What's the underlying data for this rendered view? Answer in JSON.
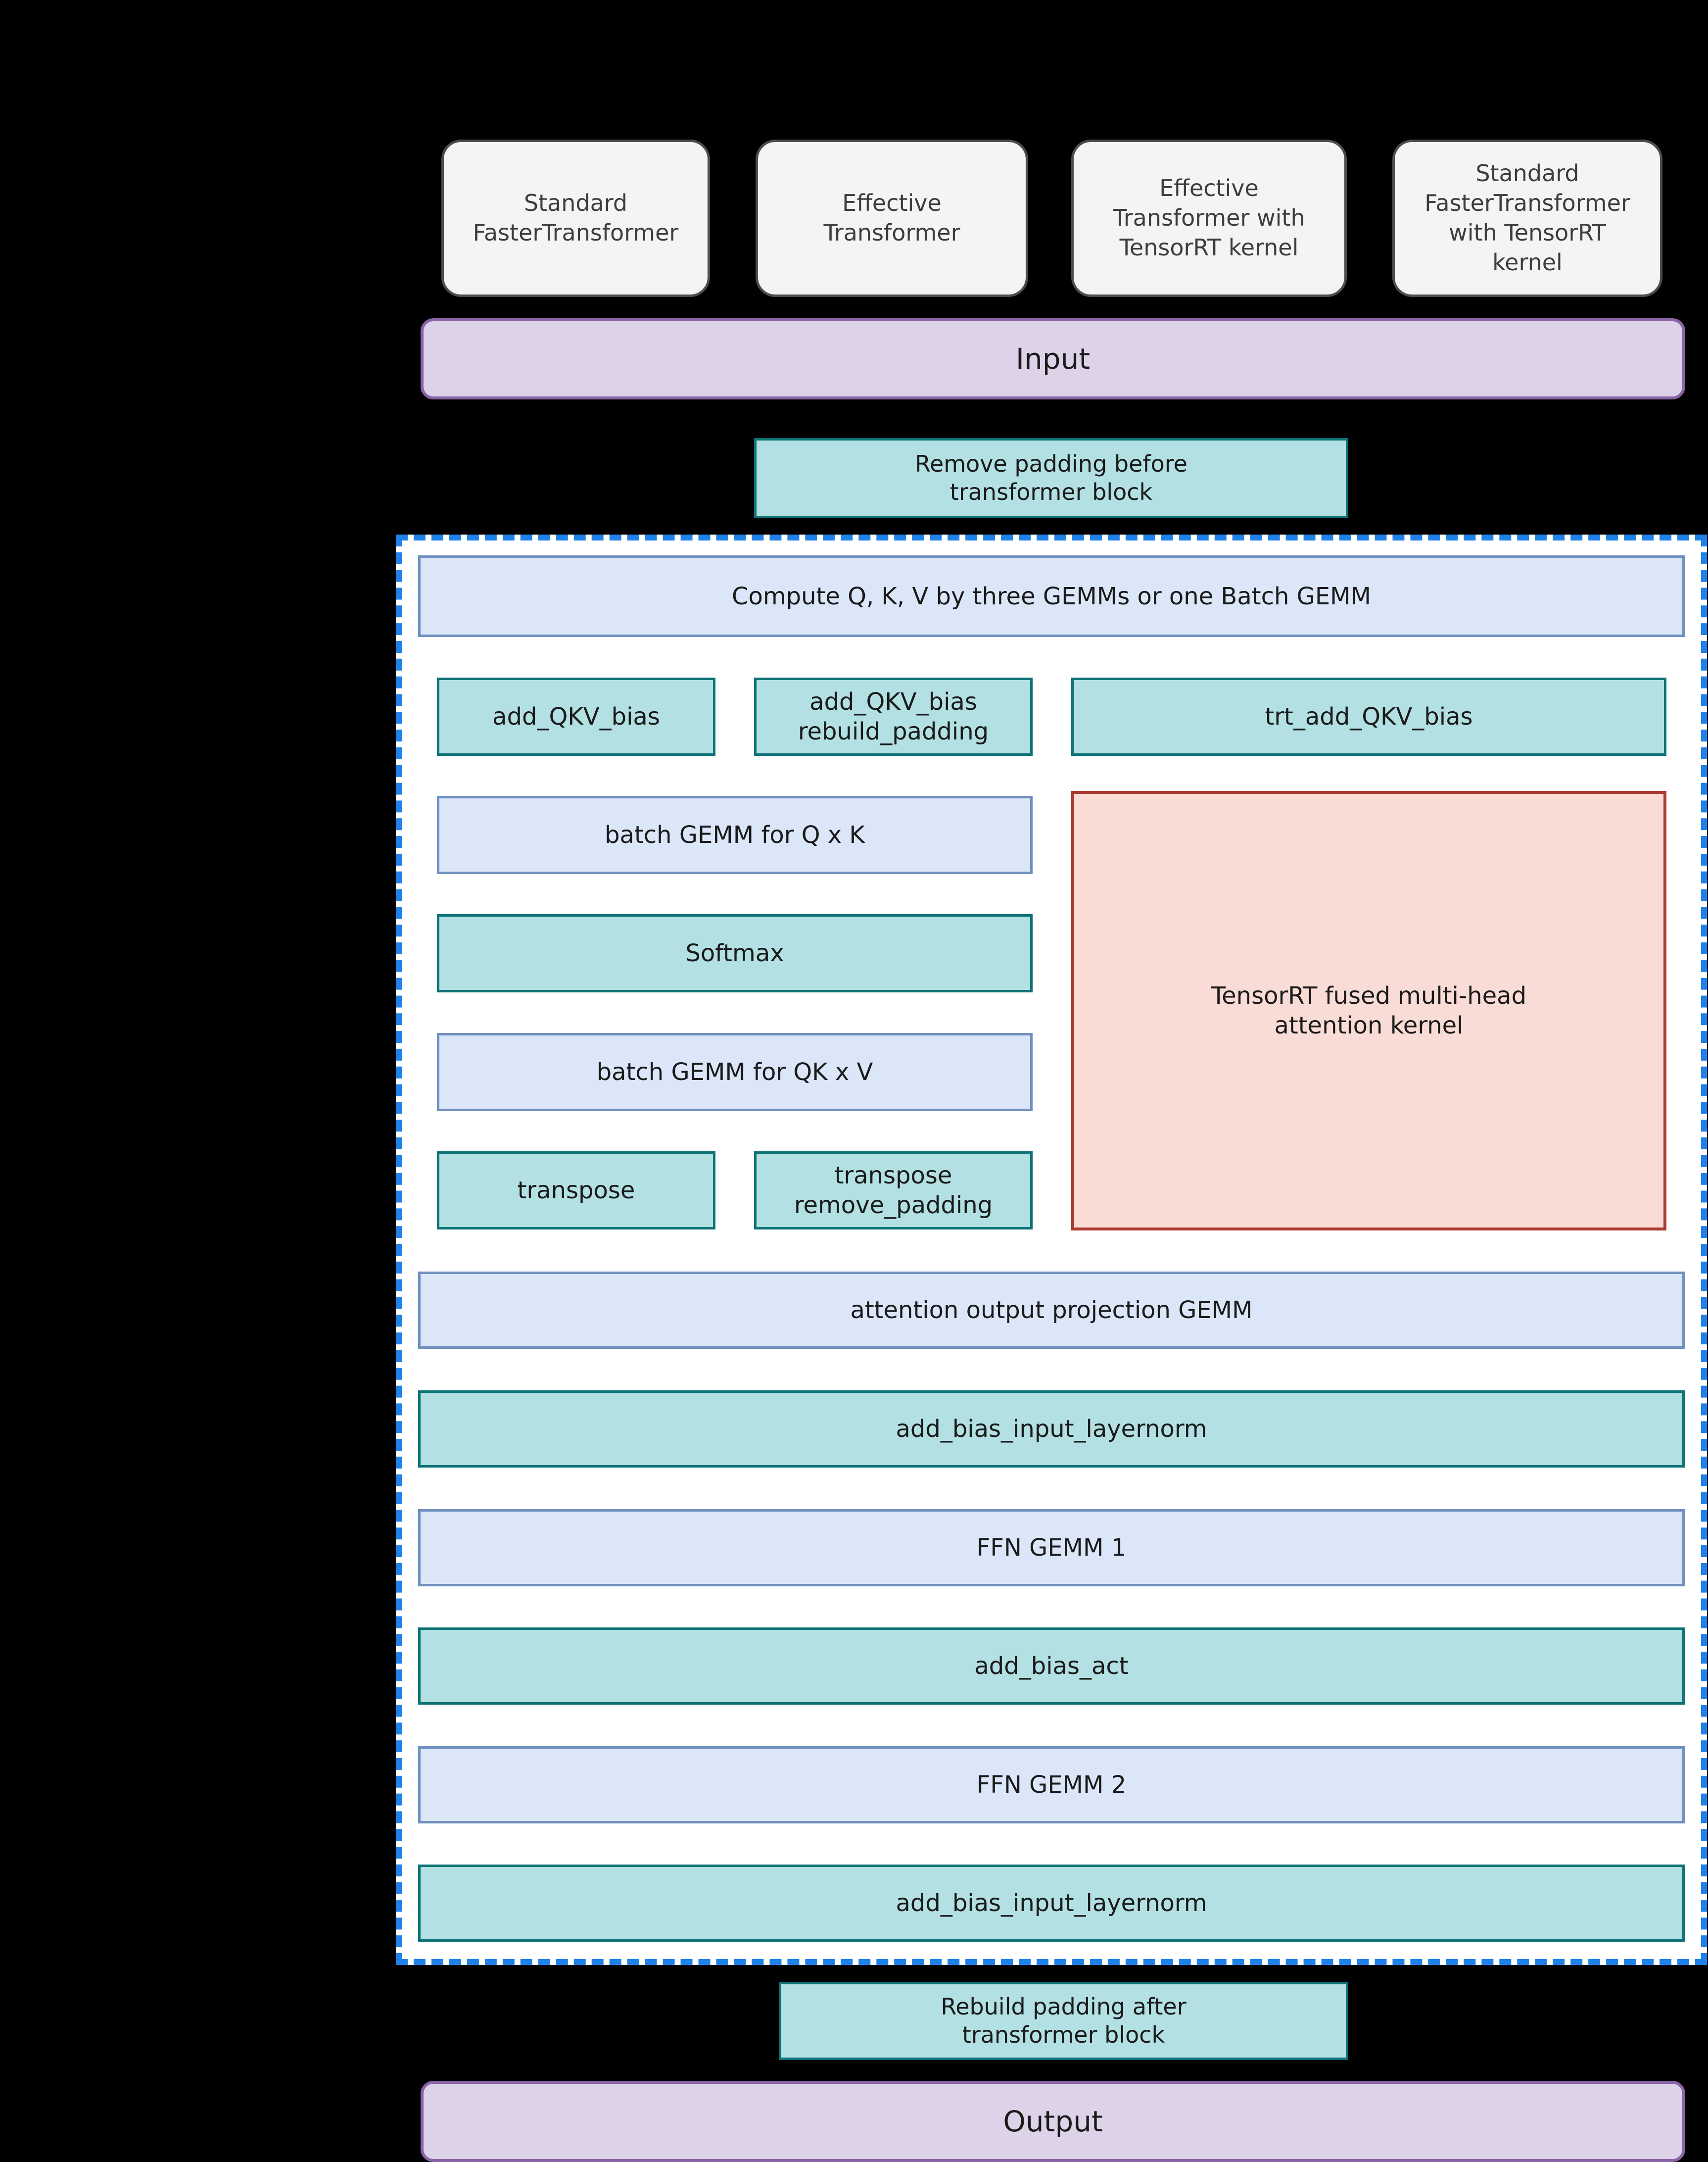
{
  "colors": {
    "background": "#000000",
    "panel_fill": "#ffffff",
    "panel_dashed_border": "#1f82ea",
    "gray_fill": "#f4f4f4",
    "gray_border": "#4d4d4d",
    "lavender_fill": "#ded2e8",
    "lavender_border": "#8a64a6",
    "teal_fill": "#b2e0e3",
    "teal_border": "#0d7377",
    "blue_fill": "#dbe7f9",
    "blue_border": "#7090c0",
    "pink_fill": "#f9dcd6",
    "pink_border": "#ad3a30"
  },
  "legend_row": {
    "items": [
      {
        "label": "Standard\nFasterTransformer"
      },
      {
        "label": "Effective\nTransformer"
      },
      {
        "label": "Effective\nTransformer with\nTensorRT kernel"
      },
      {
        "label": "Standard\nFasterTransformer\nwith TensorRT\nkernel"
      }
    ]
  },
  "flow": {
    "input": "Input",
    "remove_padding": "Remove padding before\ntransformer block",
    "rebuild_padding": "Rebuild padding after\ntransformer block",
    "output": "Output"
  },
  "block": {
    "compute_qkv": "Compute Q, K, V by three GEMMs or one Batch GEMM",
    "add_qkv_bias": "add_QKV_bias",
    "add_qkv_bias_rebuild": "add_QKV_bias\nrebuild_padding",
    "trt_add_qkv_bias": "trt_add_QKV_bias",
    "batch_gemm_qk": "batch GEMM for Q x K",
    "softmax": "Softmax",
    "batch_gemm_qkv": "batch GEMM for QK x V",
    "transpose": "transpose",
    "transpose_remove_padding": "transpose\nremove_padding",
    "trt_fused_attention": "TensorRT fused multi-head\nattention kernel",
    "attention_output_projection": "attention output projection GEMM",
    "add_bias_input_layernorm_1": "add_bias_input_layernorm",
    "ffn_gemm_1": "FFN GEMM 1",
    "add_bias_act": "add_bias_act",
    "ffn_gemm_2": "FFN GEMM 2",
    "add_bias_input_layernorm_2": "add_bias_input_layernorm"
  }
}
